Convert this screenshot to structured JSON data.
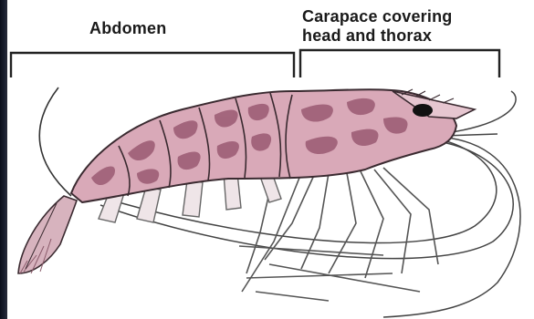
{
  "labels": {
    "abdomen": "Abdomen",
    "carapace_line1": "Carapace covering",
    "carapace_line2": "head and thorax"
  },
  "colors": {
    "body_fill": "#d9a9b8",
    "stripe": "#9a5a72",
    "outline": "#3a2a30",
    "bracket": "#222222",
    "frame": "#0b0f1a"
  },
  "icons": {
    "subject": "shrimp-illustration"
  }
}
